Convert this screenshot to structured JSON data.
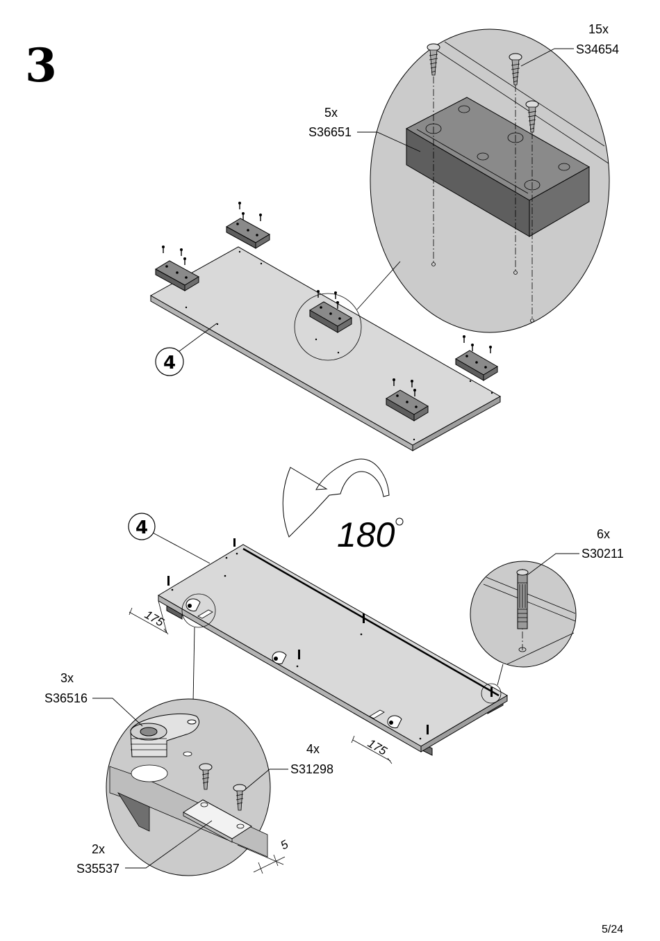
{
  "step_number": "3",
  "page_number": "5/24",
  "rotation_label": "180",
  "part_number_top": "4",
  "part_number_bottom": "4",
  "callouts": {
    "screw_s34654": {
      "qty": "15x",
      "code": "S34654"
    },
    "block_s36651": {
      "qty": "5x",
      "code": "S36651"
    },
    "dowel_s30211": {
      "qty": "6x",
      "code": "S30211"
    },
    "cam_s36516": {
      "qty": "3x",
      "code": "S36516"
    },
    "screw_s31298": {
      "qty": "4x",
      "code": "S31298"
    },
    "plate_s35537": {
      "qty": "2x",
      "code": "S35537"
    }
  },
  "dimensions": {
    "left_offset": "175",
    "right_offset": "175",
    "edge_offset": "5"
  }
}
